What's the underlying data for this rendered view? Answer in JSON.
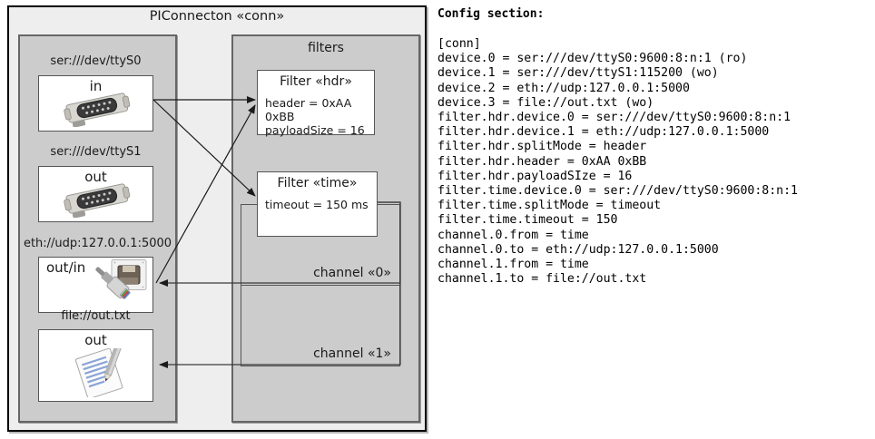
{
  "diagram": {
    "title": "PIConnecton «conn»",
    "devices_panel": {
      "name": "devices-panel",
      "items": [
        {
          "label": "ser:///dev/ttyS0",
          "io": "in",
          "icon": "serial-port-icon"
        },
        {
          "label": "ser:///dev/ttyS1",
          "io": "out",
          "icon": "serial-port-icon"
        },
        {
          "label": "eth://udp:127.0.0.1:5000",
          "io": "out/in",
          "icon": "ethernet-jack-icon"
        },
        {
          "label": "file://out.txt",
          "io": "out",
          "icon": "text-file-icon"
        }
      ]
    },
    "filters_panel": {
      "title": "filters",
      "filters": [
        {
          "title": "Filter «hdr»",
          "attrs": [
            "header = 0xAA 0xBB",
            "payloadSize = 16"
          ]
        },
        {
          "title": "Filter «time»",
          "attrs": [
            "timeout = 150 ms"
          ]
        }
      ],
      "channels": [
        {
          "label": "channel «0»"
        },
        {
          "label": "channel «1»"
        }
      ]
    }
  },
  "config": {
    "heading": "Config section:",
    "lines": [
      "[conn]",
      "device.0 = ser:///dev/ttyS0:9600:8:n:1 (ro)",
      "device.1 = ser:///dev/ttyS1:115200 (wo)",
      "device.2 = eth://udp:127.0.0.1:5000",
      "device.3 = file://out.txt (wo)",
      "filter.hdr.device.0 = ser:///dev/ttyS0:9600:8:n:1",
      "filter.hdr.device.1 = eth://udp:127.0.0.1:5000",
      "filter.hdr.splitMode = header",
      "filter.hdr.header = 0xAA 0xBB",
      "filter.hdr.payloadSIze = 16",
      "filter.time.device.0 = ser:///dev/ttyS0:9600:8:n:1",
      "filter.time.splitMode = timeout",
      "filter.time.timeout = 150",
      "channel.0.from = time",
      "channel.0.to = eth://udp:127.0.0.1:5000",
      "channel.1.from = time",
      "channel.1.to = file://out.txt"
    ]
  },
  "colors": {
    "frame_bg": "#eeeeee",
    "panel_bg": "#cccccc",
    "box_bg": "#ffffff",
    "border": "#555555",
    "outer_border": "#000000"
  }
}
